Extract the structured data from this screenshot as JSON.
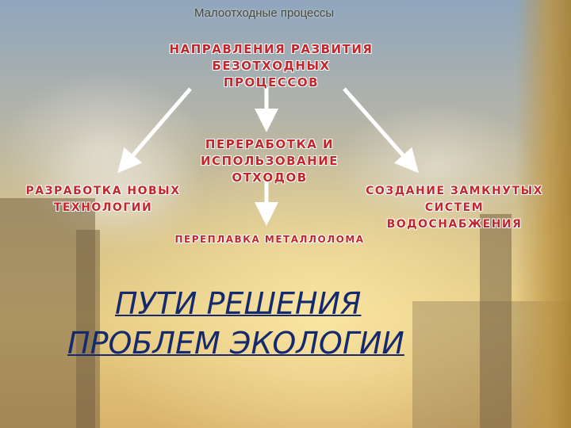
{
  "diagram": {
    "small_title": "Малоотходные процессы",
    "main_node": [
      "НАПРАВЛЕНИЯ РАЗВИТИЯ",
      "БЕЗОТХОДНЫХ ПРОЦЕССОВ"
    ],
    "center_node": [
      "ПЕРЕРАБОТКА И",
      "ИСПОЛЬЗОВАНИЕ ОТХОДОВ"
    ],
    "left_node": [
      "РАЗРАБОТКА НОВЫХ",
      "ТЕХНОЛОГИЙ"
    ],
    "right_node": [
      "СОЗДАНИЕ ЗАМКНУТЫХ",
      "СИСТЕМ ВОДОСНАБЖЕНИЯ"
    ],
    "bottom_node": "ПЕРЕПЛАВКА МЕТАЛЛОЛОМА"
  },
  "slide": {
    "title_line1": "ПУТИ РЕШЕНИЯ",
    "title_line2": "ПРОБЛЕМ  ЭКОЛОГИИ"
  },
  "colors": {
    "node_text": "#c1272d",
    "title_text": "#152a6e",
    "arrow": "#ffffff"
  }
}
